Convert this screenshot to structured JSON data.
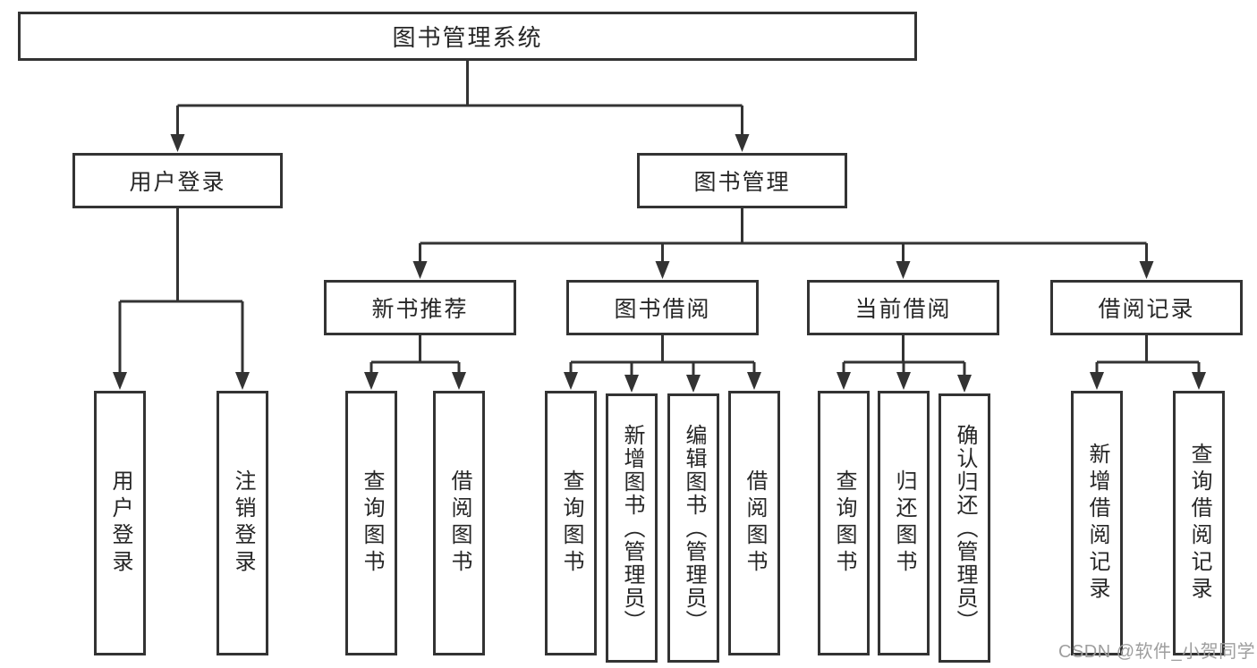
{
  "diagram": {
    "root": {
      "label": "图书管理系统"
    },
    "user_login": {
      "label": "用户登录",
      "children": [
        {
          "label": "用户登录"
        },
        {
          "label": "注销登录"
        }
      ]
    },
    "book_management": {
      "label": "图书管理",
      "sections": [
        {
          "label": "新书推荐",
          "children": [
            {
              "label": "查询图书"
            },
            {
              "label": "借阅图书"
            }
          ]
        },
        {
          "label": "图书借阅",
          "children": [
            {
              "label": "查询图书"
            },
            {
              "label": "新增图书（管理员）"
            },
            {
              "label": "编辑图书（管理员）"
            },
            {
              "label": "借阅图书"
            }
          ]
        },
        {
          "label": "当前借阅",
          "children": [
            {
              "label": "查询图书"
            },
            {
              "label": "归还图书"
            },
            {
              "label": "确认归还（管理员）"
            }
          ]
        },
        {
          "label": "借阅记录",
          "children": [
            {
              "label": "新增借阅记录"
            },
            {
              "label": "查询借阅记录"
            }
          ]
        }
      ]
    },
    "watermark": {
      "text": "CSDN @软件_小贺同学"
    }
  },
  "colors": {
    "line": "#333333",
    "box_border": "#333333",
    "text": "#262626",
    "watermark": "#9e9e9e",
    "background": "#ffffff"
  }
}
